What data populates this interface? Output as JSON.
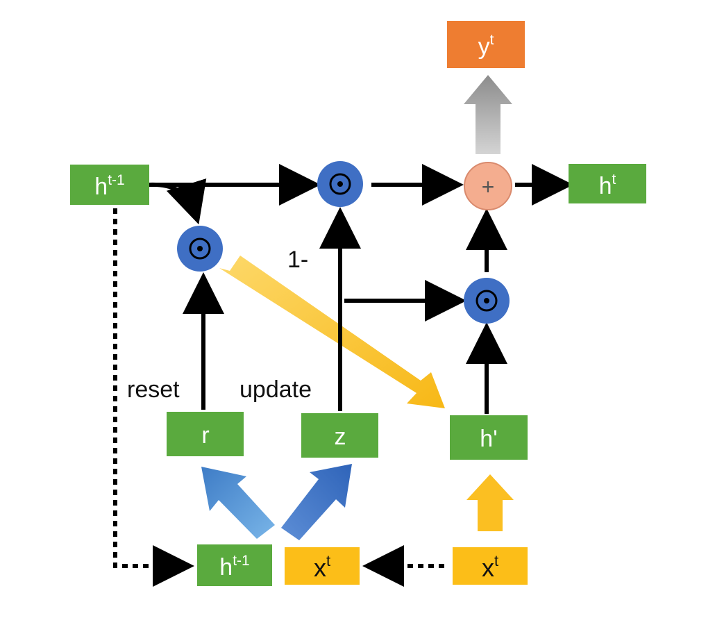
{
  "nodes": {
    "h_prev_top": {
      "base": "h",
      "sup": "t-1"
    },
    "y_out": {
      "base": "y",
      "sup": "t"
    },
    "h_out": {
      "base": "h",
      "sup": "t"
    },
    "r_gate": {
      "base": "r"
    },
    "z_gate": {
      "base": "z"
    },
    "h_candidate": {
      "base": "h'"
    },
    "h_prev_bottom": {
      "base": "h",
      "sup": "t-1"
    },
    "x_input_left": {
      "base": "x",
      "sup": "t"
    },
    "x_input_right": {
      "base": "x",
      "sup": "t"
    }
  },
  "operators": {
    "hadamard_symbol": "⊙",
    "add_symbol": "+"
  },
  "labels": {
    "reset": "reset",
    "update": "update",
    "one_minus": "1-"
  },
  "colors": {
    "green": "#5aaa3e",
    "orange": "#ee7d31",
    "yellow": "#fcbe18",
    "blue_circle": "#3f6fc4",
    "salmon_circle": "#f4ad8f",
    "gray_arrow": "#a6a6a6",
    "blue_arrow": "#4d86cf"
  }
}
